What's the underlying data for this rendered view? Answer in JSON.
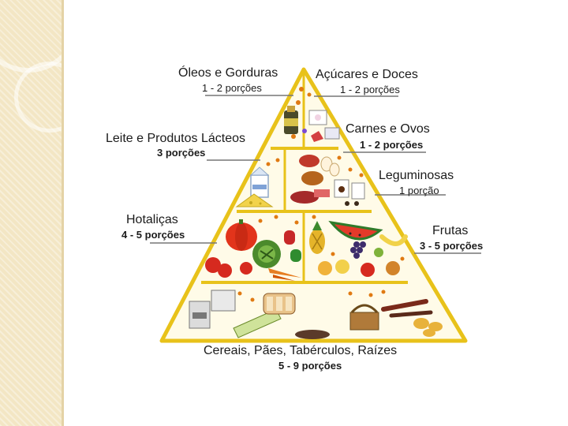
{
  "groups": {
    "oils": {
      "name": "Óleos e Gorduras",
      "servings": "1 - 2 porções"
    },
    "sugars": {
      "name": "Açúcares e Doces",
      "servings": "1 - 2 porções"
    },
    "dairy": {
      "name": "Leite e Produtos Lácteos",
      "servings": "3 porções"
    },
    "meats": {
      "name": "Carnes e Ovos",
      "servings": "1 - 2 porções"
    },
    "legumes": {
      "name": "Leguminosas",
      "servings": "1 porção"
    },
    "vegetables": {
      "name": "Hotaliças",
      "servings": "4 - 5 porções"
    },
    "fruits": {
      "name": "Frutas",
      "servings": "3 - 5 porções"
    },
    "cereals": {
      "name": "Cereais, Pães, Tabérculos, Raízes",
      "servings": "5 - 9 porções"
    }
  },
  "colors": {
    "pyramid_border": "#e8c21a",
    "pyramid_fill": "#fffbe8",
    "sidebar": "#f3e6c4"
  },
  "icons": [
    "oil-bottle-icon",
    "sweets-icon",
    "milk-carton-icon",
    "cheese-icon",
    "meat-icon",
    "egg-icon",
    "beans-icon",
    "pumpkin-icon",
    "cabbage-icon",
    "pepper-icon",
    "watermelon-icon",
    "pineapple-icon",
    "grapes-icon",
    "bread-icon",
    "rice-bag-icon",
    "potato-icon",
    "basket-icon"
  ]
}
